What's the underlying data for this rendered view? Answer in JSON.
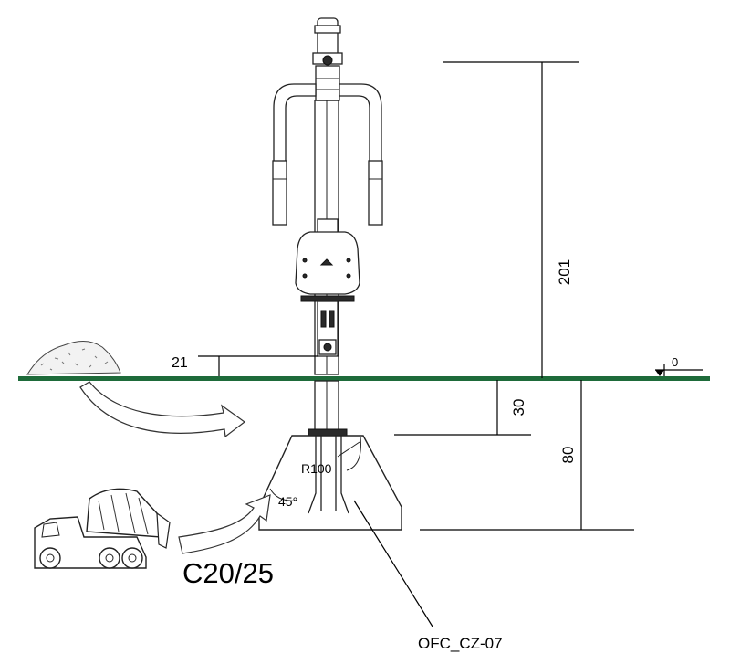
{
  "dimensions": {
    "total_height": "201",
    "pole_base_height": "21",
    "ground_level": "0",
    "top_of_foundation_depth": "30",
    "foundation_depth": "80",
    "radius": "R100",
    "angle": "45°"
  },
  "concrete_grade": "C20/25",
  "product_code": "OFC_CZ-07",
  "colors": {
    "ground_line": "#1e6b3a",
    "line": "#000000"
  }
}
